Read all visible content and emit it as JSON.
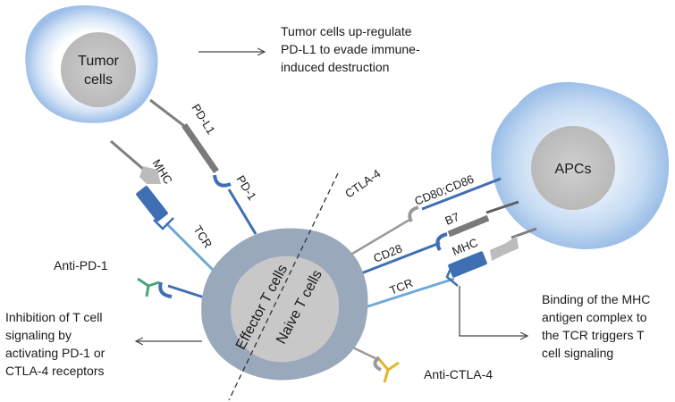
{
  "cells": {
    "tumor": [
      "Tumor",
      "cells"
    ],
    "apc": "APCs",
    "effector": "Effector T cells",
    "naive": "Naive T cells"
  },
  "molecules": {
    "pdl1": "PD-L1",
    "pd1": "PD-1",
    "mhc_left": "MHC",
    "tcr_left": "TCR",
    "ctla4": "CTLA-4",
    "cd80_cd86": "CD80;CD86",
    "b7": "B7",
    "cd28": "CD28",
    "mhc_right": "MHC",
    "tcr_right": "TCR",
    "anti_pd1": "Anti-PD-1",
    "anti_ctla4": "Anti-CTLA-4"
  },
  "notes": {
    "tumor_note": [
      "Tumor cells up-regulate",
      "PD-L1 to evade immune-",
      "induced destruction"
    ],
    "inhibition_note": [
      "Inhibition of T cell",
      "signaling by",
      "activating PD-1 or",
      "CTLA-4 receptors"
    ],
    "binding_note": [
      "Binding of the MHC",
      "antigen complex to",
      "the TCR triggers T",
      "cell signaling"
    ]
  },
  "colors": {
    "cell_blue": "#9dbfe8",
    "t_cell_gray": "#9aa8bc",
    "nucleus_gray": "#c8c8c8",
    "receptor_blue": "#3f6fb3",
    "tcr_blue": "#6ea9d8",
    "mhc_gray": "#b8b8b8",
    "ligand_gray": "#7a7a7a",
    "antibody_green": "#4aa37a",
    "antibody_yellow": "#e2b62a"
  }
}
